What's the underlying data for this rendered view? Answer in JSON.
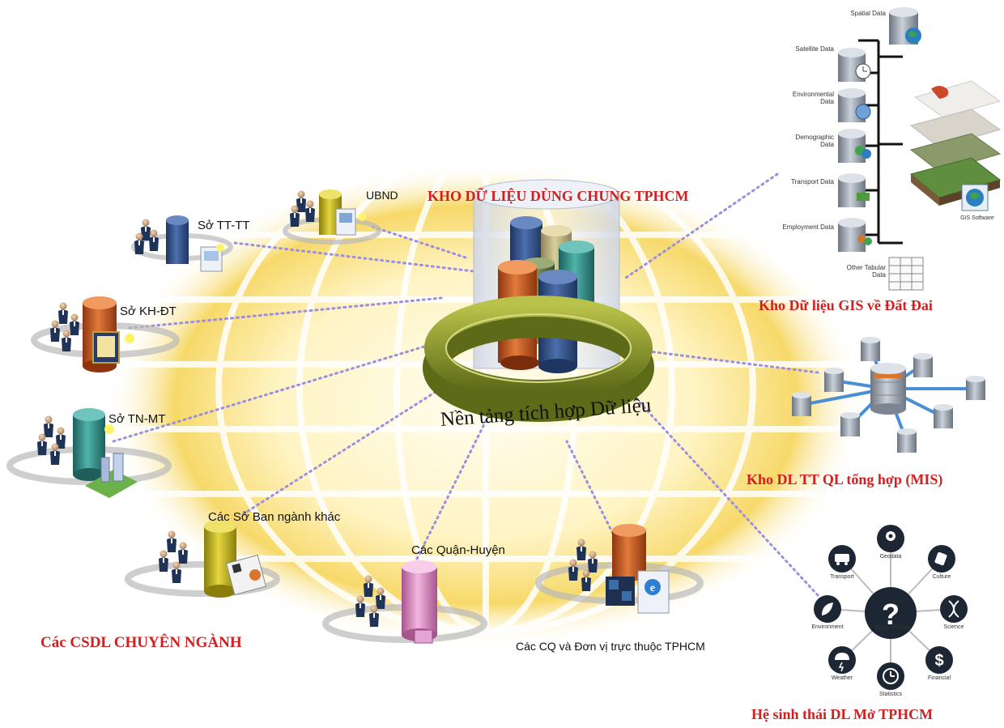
{
  "center": {
    "title": "KHO DỮ LIỆU DÙNG CHUNG TPHCM",
    "platform_label": "Nền tảng tích hợp Dữ liệu"
  },
  "agencies": {
    "ubnd": "UBND",
    "so_tttt": "Sở TT-TT",
    "so_khdt": "Sở KH-ĐT",
    "so_tnmt": "Sở TN-MT",
    "so_ban_nganh": "Các Sở Ban ngành khác",
    "quan_huyen": "Các Quận-Huyện",
    "cq_don_vi": "Các CQ và Đơn vị trực thuộc TPHCM",
    "group_title": "Các CSDL CHUYÊN NGÀNH"
  },
  "gis": {
    "title": "Kho Dữ liệu GIS về Đất Đai",
    "layers": [
      "Spatial Data",
      "Satellite Data",
      "Environmental Data",
      "Demographic Data",
      "Transport Data",
      "Employment Data",
      "Other Tabular Data"
    ],
    "software_label": "GIS Software"
  },
  "mis": {
    "title": "Kho DL TT QL tổng hợp (MIS)"
  },
  "open_data": {
    "title": "Hệ sinh thái DL Mở TPHCM",
    "center_label": "Types of Data",
    "nodes": [
      "Geodata",
      "Culture",
      "Science",
      "Financial",
      "Statistics",
      "Weather",
      "Environment",
      "Transport"
    ]
  },
  "colors": {
    "title_red": "#d21f1f",
    "link_dots": "#9a8fe0",
    "glow": "#f7d96a",
    "ring": "#8c9a2c",
    "db_blue": "#2e4e86",
    "db_orange": "#c8561e",
    "db_teal": "#2f8f8a",
    "db_olive": "#c4b418",
    "db_pink": "#d98ac0",
    "icon_dark": "#1c2733"
  }
}
